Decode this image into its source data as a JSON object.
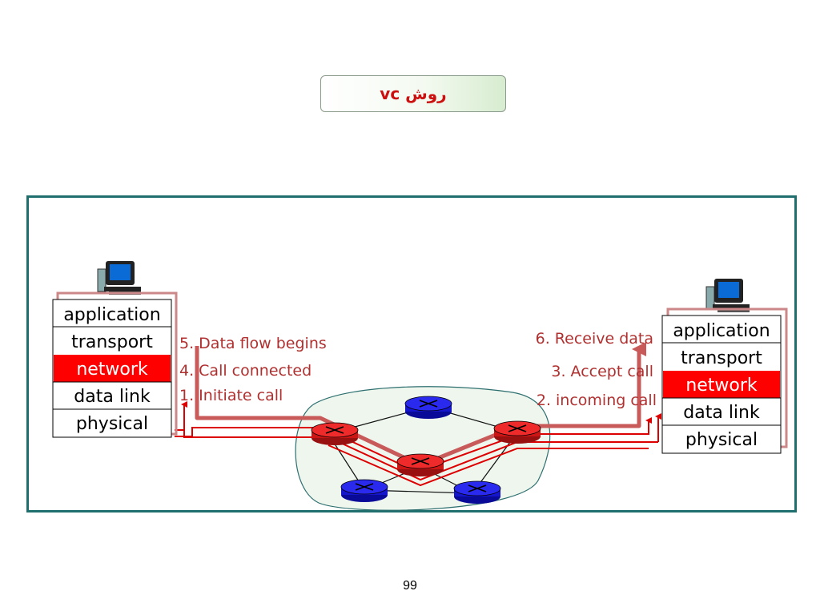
{
  "slide": {
    "title": "روش  vc",
    "page_number": "99"
  },
  "left_host": {
    "layers": [
      "application",
      "transport",
      "network",
      "data link",
      "physical"
    ],
    "highlighted_layer": "network"
  },
  "right_host": {
    "layers": [
      "application",
      "transport",
      "network",
      "data link",
      "physical"
    ],
    "highlighted_layer": "network"
  },
  "steps": {
    "left": [
      "5. Data flow begins",
      "4. Call connected",
      "1. Initiate call"
    ],
    "right": [
      "6. Receive data",
      "3. Accept call",
      "2. incoming call"
    ]
  },
  "colors": {
    "highlight": "#ff0000",
    "label_text": "#b03030",
    "frame": "#1f6f6f",
    "router_active": "#ee1111",
    "router_idle": "#1111cc",
    "cloud": "#eef6ee"
  },
  "icons": {
    "host": "computer-icon",
    "router": "router-icon"
  }
}
